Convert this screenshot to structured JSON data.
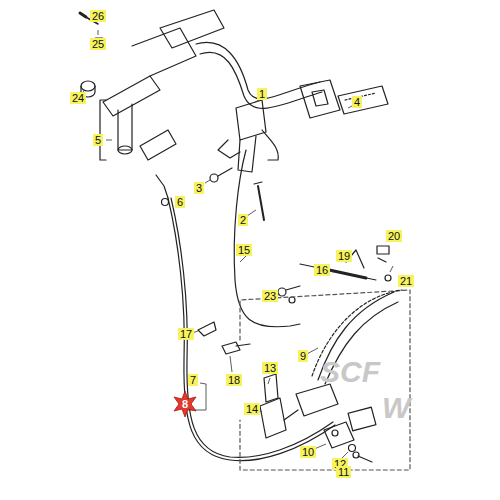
{
  "diagram": {
    "labels": [
      "26",
      "25",
      "24",
      "5",
      "1",
      "4",
      "3",
      "6",
      "2",
      "15",
      "20",
      "19",
      "16",
      "21",
      "23",
      "17",
      "18",
      "13",
      "9",
      "7",
      "8",
      "14",
      "10",
      "12",
      "11",
      "SCF",
      "W"
    ]
  }
}
